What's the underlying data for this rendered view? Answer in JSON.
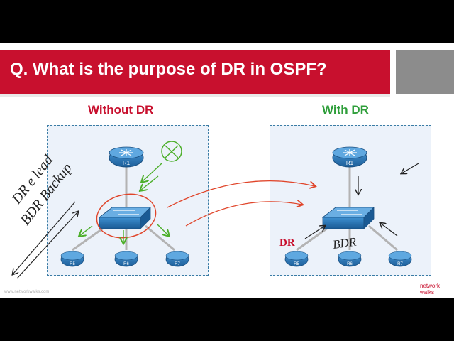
{
  "title": "Q. What is the purpose of DR in OSPF?",
  "headings": {
    "left": "Without DR",
    "right": "With DR"
  },
  "colors": {
    "title_bg": "#c8102e",
    "left_heading": "#c8102e",
    "right_heading": "#2e9e3a",
    "annotation_red": "#e0452a",
    "annotation_green": "#4caf2a",
    "link": "#b3b3b3",
    "device": "#2b7bbd"
  },
  "diagrams": {
    "without_dr": {
      "router": "R1",
      "switch": "",
      "hosts": [
        "R5",
        "R6",
        "R7"
      ]
    },
    "with_dr": {
      "router": "R1",
      "switch": "",
      "hosts": [
        "R5",
        "R6",
        "R7"
      ]
    }
  },
  "annotations": {
    "handwritten_left_1": "DR e lead",
    "handwritten_left_2": "BDR Backup",
    "dr_label": "DR",
    "bdr_label": "BDR"
  },
  "footer": {
    "url": "www.networkwalks.com",
    "logo": "network walks"
  }
}
